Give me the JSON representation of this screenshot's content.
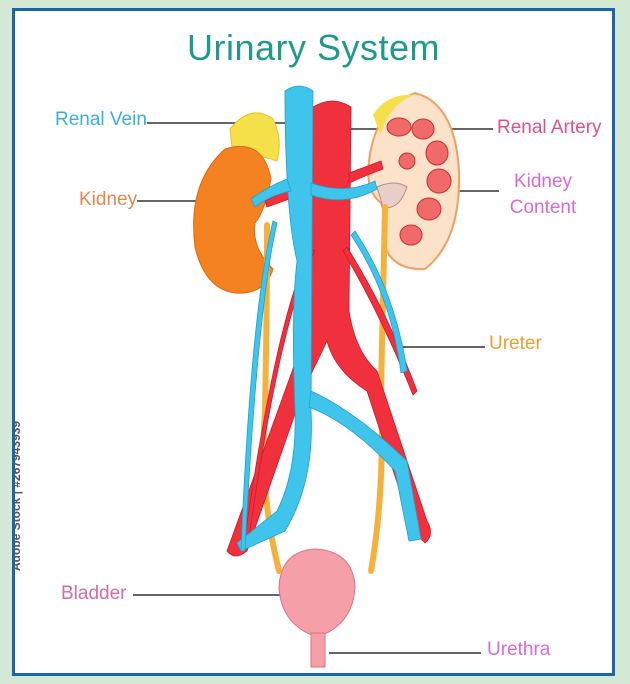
{
  "title": "Urinary System",
  "labels": {
    "renal_vein": "Renal Vein",
    "kidney": "Kidney",
    "bladder": "Bladder",
    "renal_artery": "Renal Artery",
    "kidney_content_line1": "Kidney",
    "kidney_content_line2": "Content",
    "ureter": "Ureter",
    "urethra": "Urethra"
  },
  "watermark": "Adobe Stock | #267943939",
  "colors": {
    "vein": "#3fc4ec",
    "artery": "#f0303c",
    "kidney": "#f58220",
    "adrenal": "#f6e04a",
    "ureter": "#f4b23c",
    "bladder": "#f5a0a8",
    "frame": "#1e64a8",
    "background": "#d4ead6"
  }
}
